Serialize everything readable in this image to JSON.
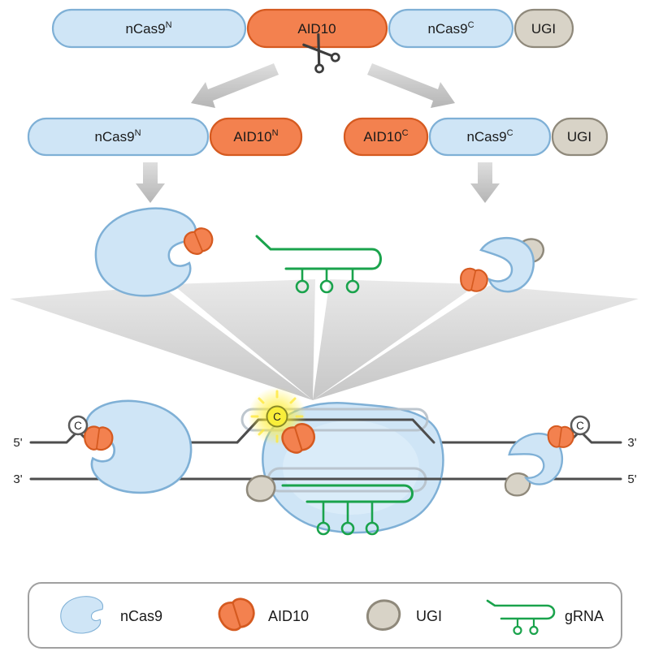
{
  "colors": {
    "cas9_fill": "#cfe5f6",
    "cas9_stroke": "#7fb0d6",
    "aid_fill": "#f3814f",
    "aid_stroke": "#d55a20",
    "ugi_fill": "#d8d3c7",
    "ugi_stroke": "#8f897b",
    "grna": "#1aa34c",
    "dna": "#4d4d4d",
    "channel": "#b6c0c9",
    "glow": "#ffe93d"
  },
  "constructs": {
    "top": [
      {
        "label": "nCas9",
        "sup": "N"
      },
      {
        "label": "AID10",
        "sup": ""
      },
      {
        "label": "nCas9",
        "sup": "C"
      },
      {
        "label": "UGI",
        "sup": ""
      }
    ],
    "left": [
      {
        "label": "nCas9",
        "sup": "N"
      },
      {
        "label": "AID10",
        "sup": "N"
      }
    ],
    "right": [
      {
        "label": "AID10",
        "sup": "C"
      },
      {
        "label": "nCas9",
        "sup": "C"
      },
      {
        "label": "UGI",
        "sup": ""
      }
    ]
  },
  "dna": {
    "top_left_label": "5'",
    "top_right_label": "3'",
    "bottom_left_label": "3'",
    "bottom_right_label": "5'",
    "base": "C"
  },
  "legend": {
    "items": [
      {
        "label": "nCas9"
      },
      {
        "label": "AID10"
      },
      {
        "label": "UGI"
      },
      {
        "label": "gRNA"
      }
    ]
  }
}
